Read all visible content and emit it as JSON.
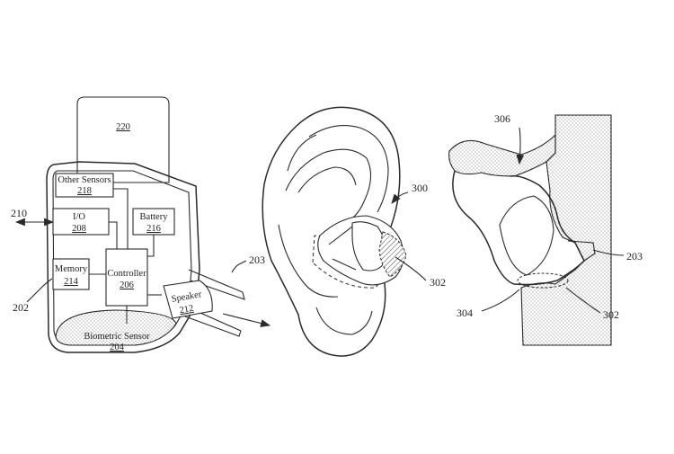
{
  "device": {
    "case_ref": "220",
    "other_sensors": {
      "label": "Other Sensors",
      "ref": "218"
    },
    "io": {
      "label": "I/O",
      "ref": "208"
    },
    "battery": {
      "label": "Battery",
      "ref": "216"
    },
    "memory": {
      "label": "Memory",
      "ref": "214"
    },
    "controller": {
      "label": "Controller",
      "ref": "206"
    },
    "speaker": {
      "label": "Speaker",
      "ref": "212"
    },
    "biometric": {
      "label": "Biometric Sensor",
      "ref": "204"
    },
    "callouts": {
      "external": "210",
      "body": "202",
      "nozzle": "203"
    }
  },
  "ear_view": {
    "callouts": {
      "earbud": "300",
      "sensor_area": "302"
    }
  },
  "section_view": {
    "callouts": {
      "top": "306",
      "right_upper": "203",
      "left_lower": "304",
      "right_lower": "302"
    }
  }
}
